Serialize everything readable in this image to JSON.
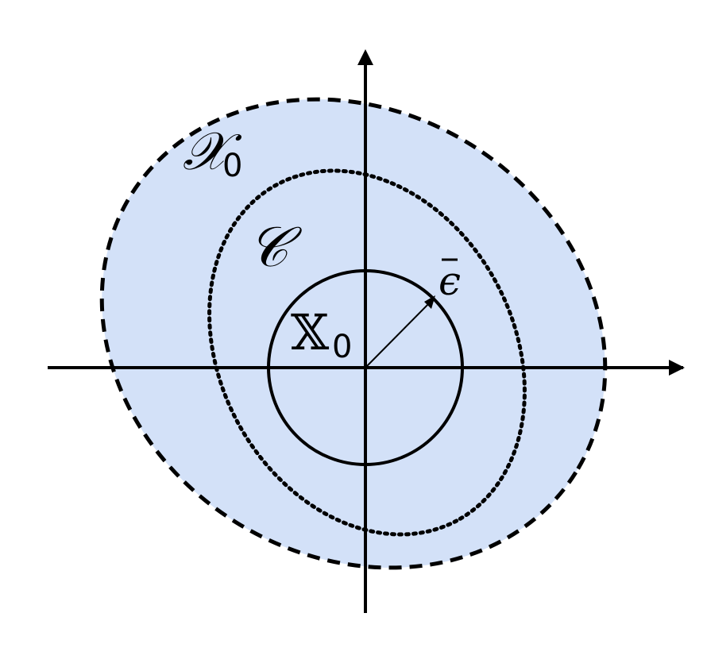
{
  "colors": {
    "region_fill": "#d3e1f8",
    "stroke": "#000000",
    "background": "#ffffff"
  },
  "labels": {
    "outer_set": {
      "symbol": "𝒳",
      "subscript": "0"
    },
    "middle_set": {
      "symbol": "𝒞"
    },
    "inner_set": {
      "symbol": "𝕏",
      "subscript": "0"
    },
    "radius": {
      "symbol": "ϵ"
    }
  },
  "line_styles": {
    "outer_boundary": "dashed",
    "middle_boundary": "dotted",
    "inner_boundary": "solid"
  }
}
